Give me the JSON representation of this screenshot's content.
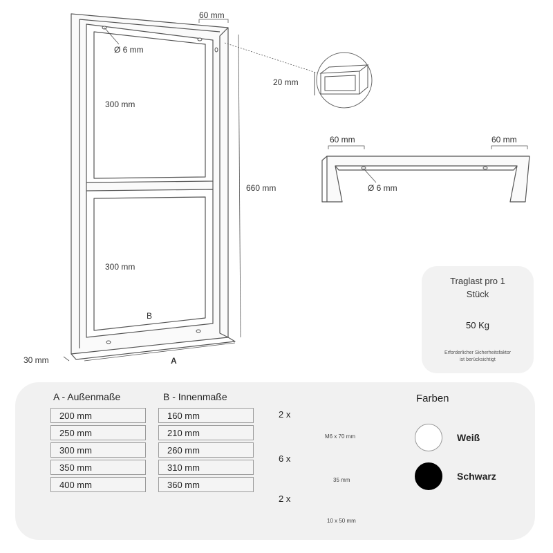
{
  "frame": {
    "top_width": "60 mm",
    "hole_top": "Ø 6 mm",
    "upper_depth": "300 mm",
    "lower_depth": "300 mm",
    "height": "660 mm",
    "label_b": "B",
    "label_a": "A",
    "thickness": "30 mm"
  },
  "profile": {
    "height": "20 mm"
  },
  "side_view": {
    "left": "60 mm",
    "right": "60 mm",
    "hole": "Ø 6 mm"
  },
  "load": {
    "title": "Traglast pro 1 Stück",
    "weight": "50 Kg",
    "note": "Erforderlicher Sicherheitsfaktor ist berücksichtigt"
  },
  "specs": {
    "outer_title": "A - Außenmaße",
    "inner_title": "B - Innenmaße",
    "outer": [
      "200 mm",
      "250 mm",
      "300 mm",
      "350 mm",
      "400 mm"
    ],
    "inner": [
      "160 mm",
      "210 mm",
      "260 mm",
      "310 mm",
      "360 mm"
    ]
  },
  "hardware": [
    {
      "qty": "2 x",
      "size": "M6 x 70 mm"
    },
    {
      "qty": "6 x",
      "size": "35 mm"
    },
    {
      "qty": "2 x",
      "size": "10 x 50 mm"
    }
  ],
  "colors": {
    "title": "Farben",
    "items": [
      {
        "name": "Weiß",
        "hex": "#ffffff"
      },
      {
        "name": "Schwarz",
        "hex": "#000000"
      }
    ]
  }
}
